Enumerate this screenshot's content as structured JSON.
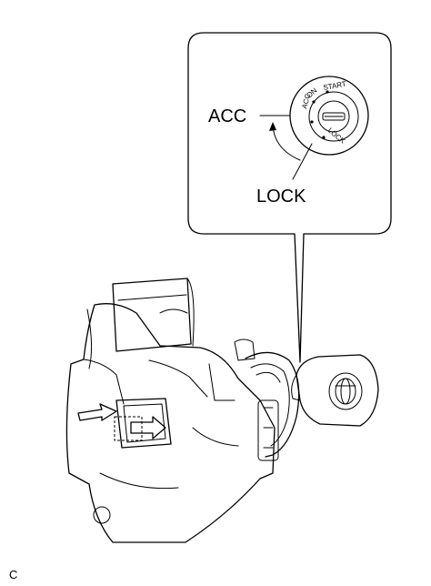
{
  "labels": {
    "acc": "ACC",
    "lock": "LOCK",
    "on": "ON",
    "start": "START",
    "acc_small": "ACC",
    "lock_small": "LOCK",
    "figure_ref": "C"
  }
}
